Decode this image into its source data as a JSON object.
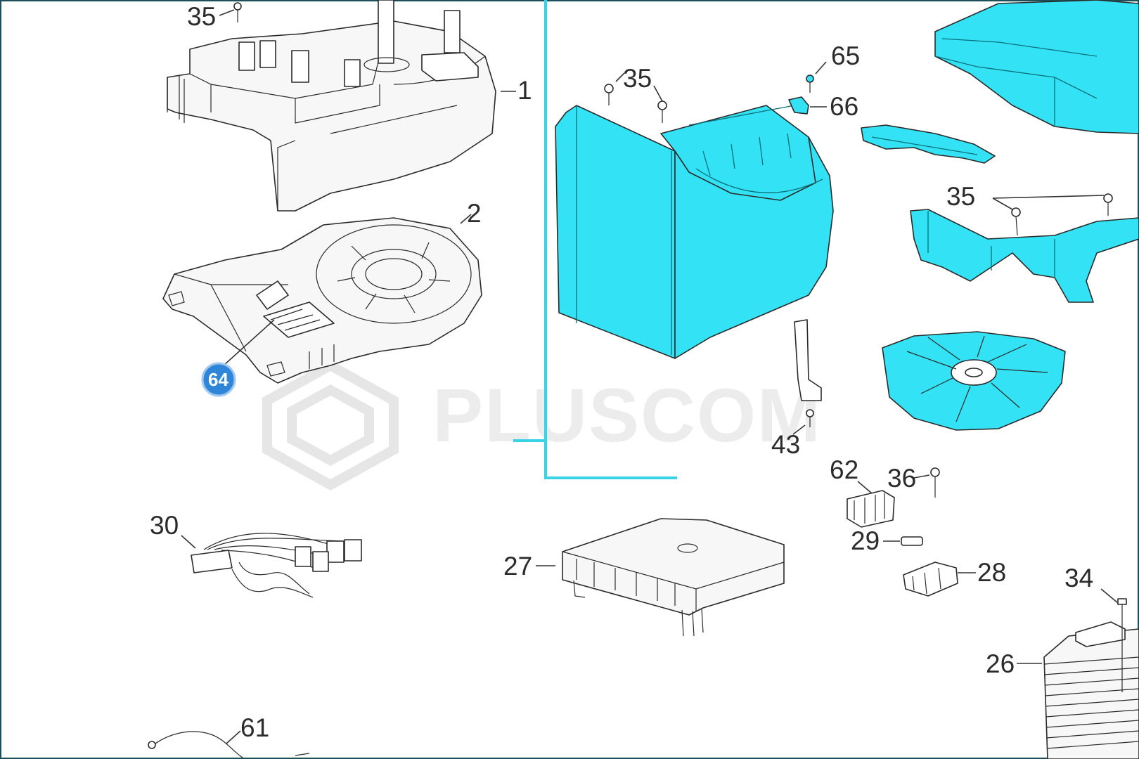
{
  "diagram": {
    "callouts": {
      "c1": "1",
      "c2": "2",
      "c26": "26",
      "c27": "27",
      "c28": "28",
      "c29": "29",
      "c30": "30",
      "c34": "34",
      "c35a": "35",
      "c35b": "35",
      "c35c": "35",
      "c36": "36",
      "c43": "43",
      "c61": "61",
      "c62": "62",
      "c65": "65",
      "c66": "66"
    },
    "hotspot": {
      "label": "64",
      "color": "#2f86d8"
    },
    "highlight_color": "#33e3f5",
    "frame_color": "#39d3e6"
  },
  "watermark": {
    "text": "PLUSCOM",
    "icon": "hexagon-logo-icon"
  }
}
